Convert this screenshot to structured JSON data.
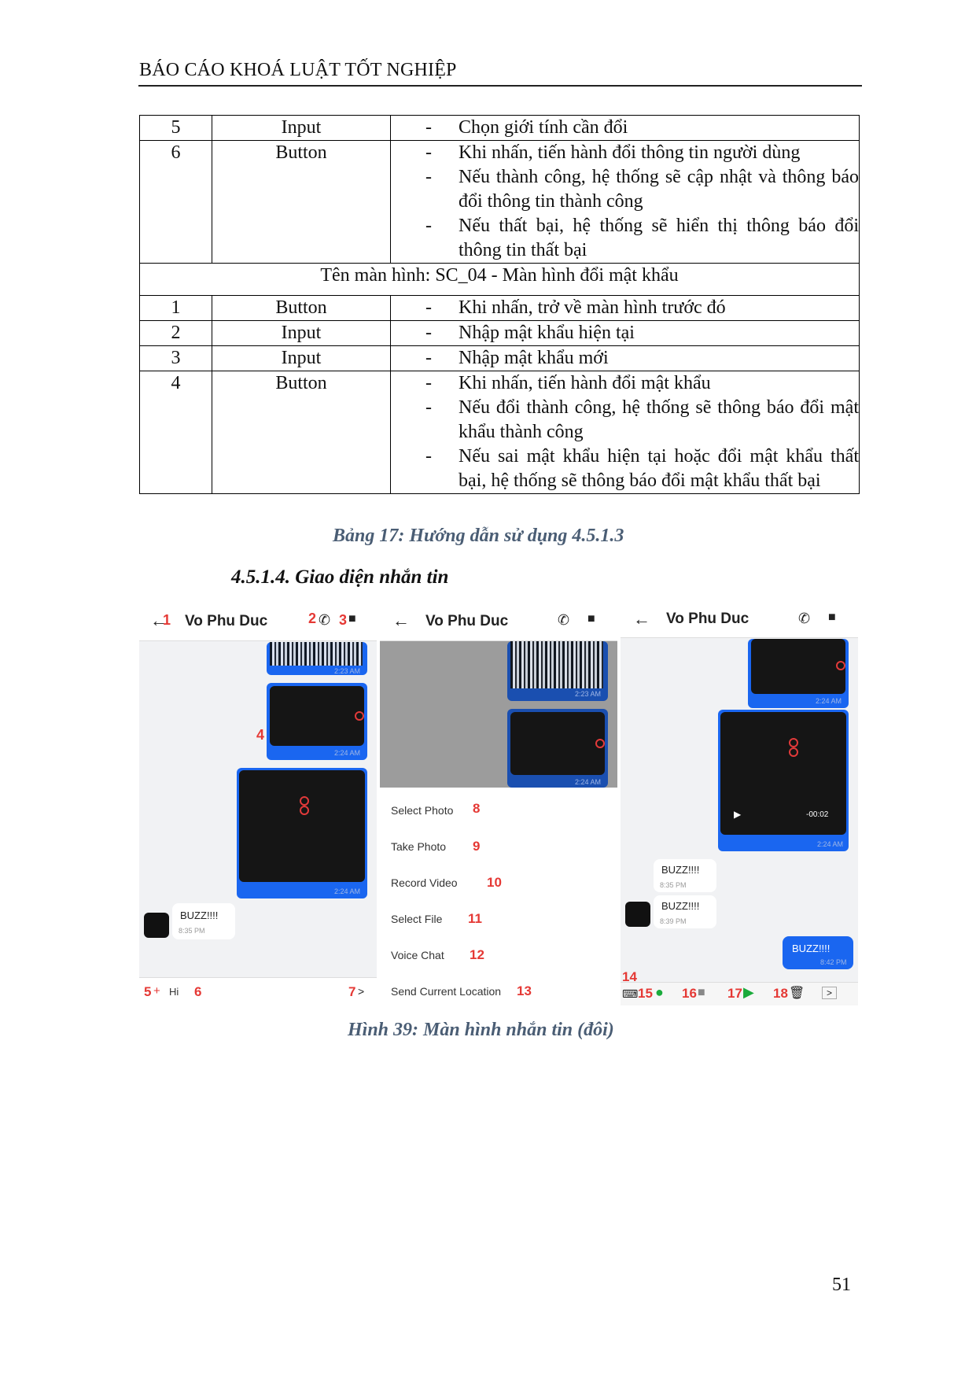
{
  "header": {
    "title": "BÁO CÁO KHOÁ LUẬT TỐT NGHIỆP"
  },
  "table": {
    "rows_a": [
      {
        "no": "5",
        "type": "Input",
        "desc": [
          "Chọn giới tính cần đổi"
        ]
      },
      {
        "no": "6",
        "type": "Button",
        "desc": [
          "Khi nhấn, tiến hành đổi thông tin người dùng",
          "Nếu thành công, hệ thống sẽ cập nhật và thông báo đổi thông tin thành công",
          "Nếu thất bại, hệ thống sẽ hiển thị thông báo đổi thông tin thất bại"
        ]
      }
    ],
    "section_title": "Tên màn hình: SC_04 - Màn hình đổi mật khẩu",
    "rows_b": [
      {
        "no": "1",
        "type": "Button",
        "desc": [
          "Khi nhấn, trở về màn hình trước đó"
        ]
      },
      {
        "no": "2",
        "type": "Input",
        "desc": [
          "Nhập mật khẩu hiện tại"
        ]
      },
      {
        "no": "3",
        "type": "Input",
        "desc": [
          "Nhập mật khẩu mới"
        ]
      },
      {
        "no": "4",
        "type": "Button",
        "desc": [
          "Khi nhấn, tiến hành đổi mật khẩu",
          "Nếu đổi thành công, hệ thống sẽ thông báo đổi mật khẩu thành công",
          "Nếu sai mật khẩu hiện tại hoặc đổi mật khẩu thất bại, hệ thống sẽ thông báo đổi mật khẩu thất bại"
        ]
      }
    ],
    "dash": "-"
  },
  "table_caption": "Bảng 17: Hướng dẫn sử dụng 4.5.1.3",
  "subheading": "4.5.1.4. Giao diện nhắn tin",
  "screens": {
    "contact_name": "Vo Phu Duc",
    "times": {
      "t223": "2:23 AM",
      "t224": "2:24 AM",
      "t835": "8:35 PM",
      "t839": "8:39 PM",
      "t842": "8:42 PM"
    },
    "buzz": "BUZZ!!!!",
    "input_text": "Hi",
    "video_duration": "-00:02",
    "menu": [
      "Select Photo",
      "Take Photo",
      "Record Video",
      "Select File",
      "Voice Chat",
      "Send Current Location"
    ],
    "labels": {
      "n1": "1",
      "n2": "2",
      "n3": "3",
      "n4": "4",
      "n5": "5",
      "n6": "6",
      "n7": "7",
      "n8": "8",
      "n9": "9",
      "n10": "10",
      "n11": "11",
      "n12": "12",
      "n13": "13",
      "n14": "14",
      "n15": "15",
      "n16": "16",
      "n17": "17",
      "n18": "18"
    }
  },
  "figure_caption": "Hình 39: Màn hình nhắn tin (đôi)",
  "page_number": "51"
}
